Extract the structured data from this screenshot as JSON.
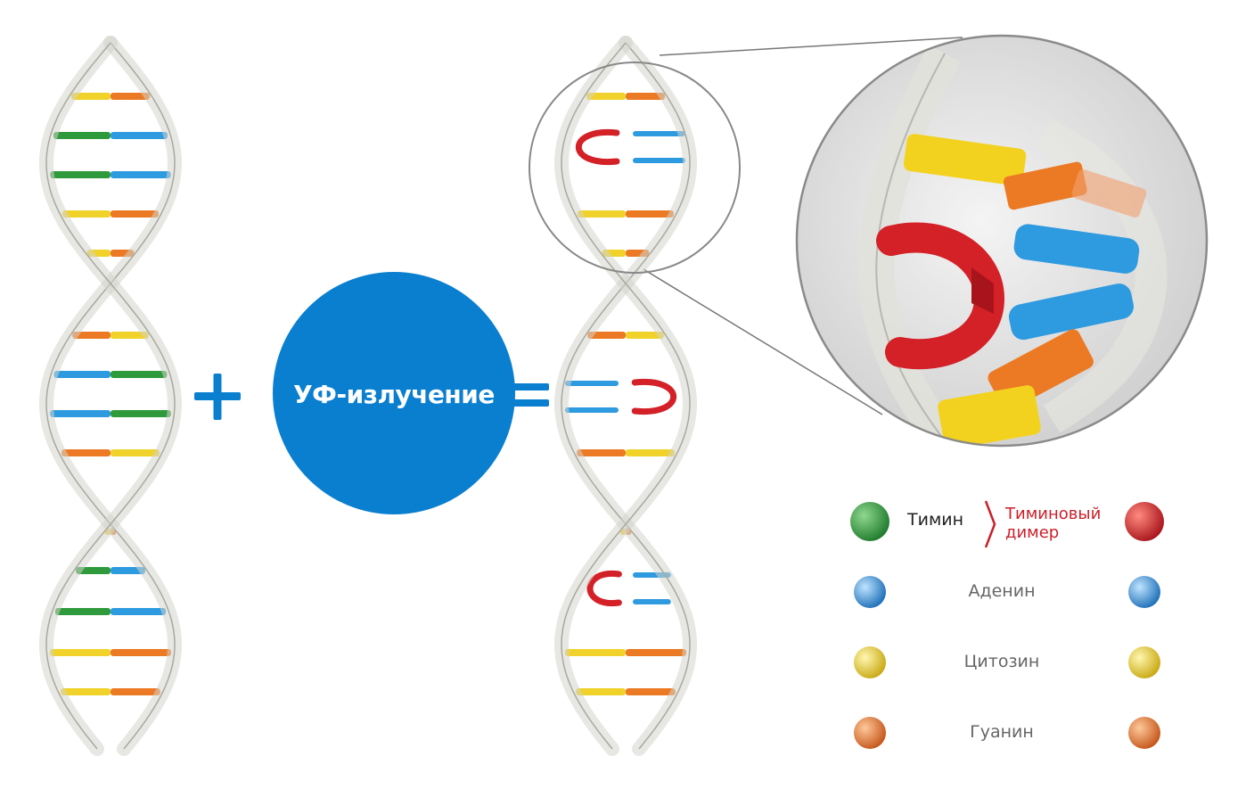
{
  "center": {
    "uv_label": "УФ-излучение"
  },
  "legend": {
    "thymine": "Тимин",
    "thymine_dimer": "Тиминовый димер",
    "adenine": "Аденин",
    "cytosine": "Цитозин",
    "guanine": "Гуанин"
  },
  "colors": {
    "uv_circle": "#0a7fd0",
    "operators": "#0a7fd0",
    "thymine": "#2f9a3c",
    "thymine_dimer": "#d42027",
    "adenine": "#2e9ae0",
    "cytosine": "#f0d22a",
    "guanine": "#ec7a24",
    "backbone": "#d4d4cc"
  },
  "icons": {
    "plus": "plus-icon",
    "equals": "equals-icon",
    "legend_bracket": "chevron-right-icon"
  }
}
